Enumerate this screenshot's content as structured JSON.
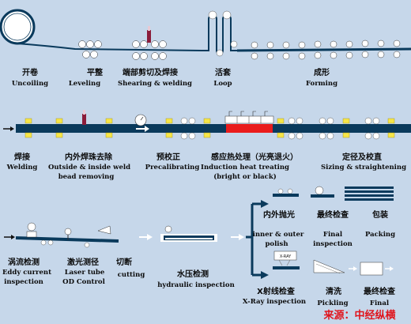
{
  "steps": {
    "uncoiling": {
      "cn": "开卷",
      "en": "Uncoiling"
    },
    "leveling": {
      "cn": "平整",
      "en": "Leveling"
    },
    "shearing": {
      "cn": "端部剪切及焊接",
      "en": "Shearing & welding"
    },
    "loop": {
      "cn": "活套",
      "en": "Loop"
    },
    "forming": {
      "cn": "成形",
      "en": "Forming"
    },
    "welding": {
      "cn": "焊接",
      "en": "Welding"
    },
    "bead_removing": {
      "cn": "内外焊珠去除",
      "en_line1": "Outside & inside weld",
      "en_line2": "bead removing"
    },
    "precalibrating": {
      "cn": "预校正",
      "en": "Precalibrating"
    },
    "heat_treating": {
      "cn": "感应热处理（光亮退火）",
      "en_line1": "Induction heat treating",
      "en_line2": "(bright or black)"
    },
    "sizing": {
      "cn": "定径及校直",
      "en": "Sizing & straightening"
    },
    "eddy_current": {
      "cn": "涡流检测",
      "en_line1": "Eddy current",
      "en_line2": "inspection"
    },
    "laser_od": {
      "cn": "激光测径",
      "en_line1": "Laser tube",
      "en_line2": "OD Control"
    },
    "cutting": {
      "cn": "切断",
      "en": "cutting"
    },
    "hydraulic": {
      "cn": "水压检测",
      "en": "hydraulic inspection"
    },
    "polishing": {
      "cn": "内外抛光",
      "en_line1": "inner & outer",
      "en_line2": "polish"
    },
    "final_inspection": {
      "cn": "最终检查",
      "en_line1": "Final",
      "en_line2": "inspection"
    },
    "packing": {
      "cn": "包装",
      "en": "Packing"
    },
    "xray": {
      "cn": "X射线检查",
      "en": "X-Ray inspection",
      "tag": "X-RAY"
    },
    "pickling": {
      "cn": "清洗",
      "en": "Pickling"
    },
    "final": {
      "cn": "最终检查",
      "en": "Final"
    }
  },
  "footer": {
    "source": "来源：中经纵横"
  },
  "colors": {
    "background": "#c6d7ea",
    "pipe": "#0a3a5c",
    "roller_yellow": "#f6e548",
    "heat_zone_red": "#ea1c1c",
    "tool_maroon": "#8b1c3a",
    "source_text": "#e0141c"
  }
}
